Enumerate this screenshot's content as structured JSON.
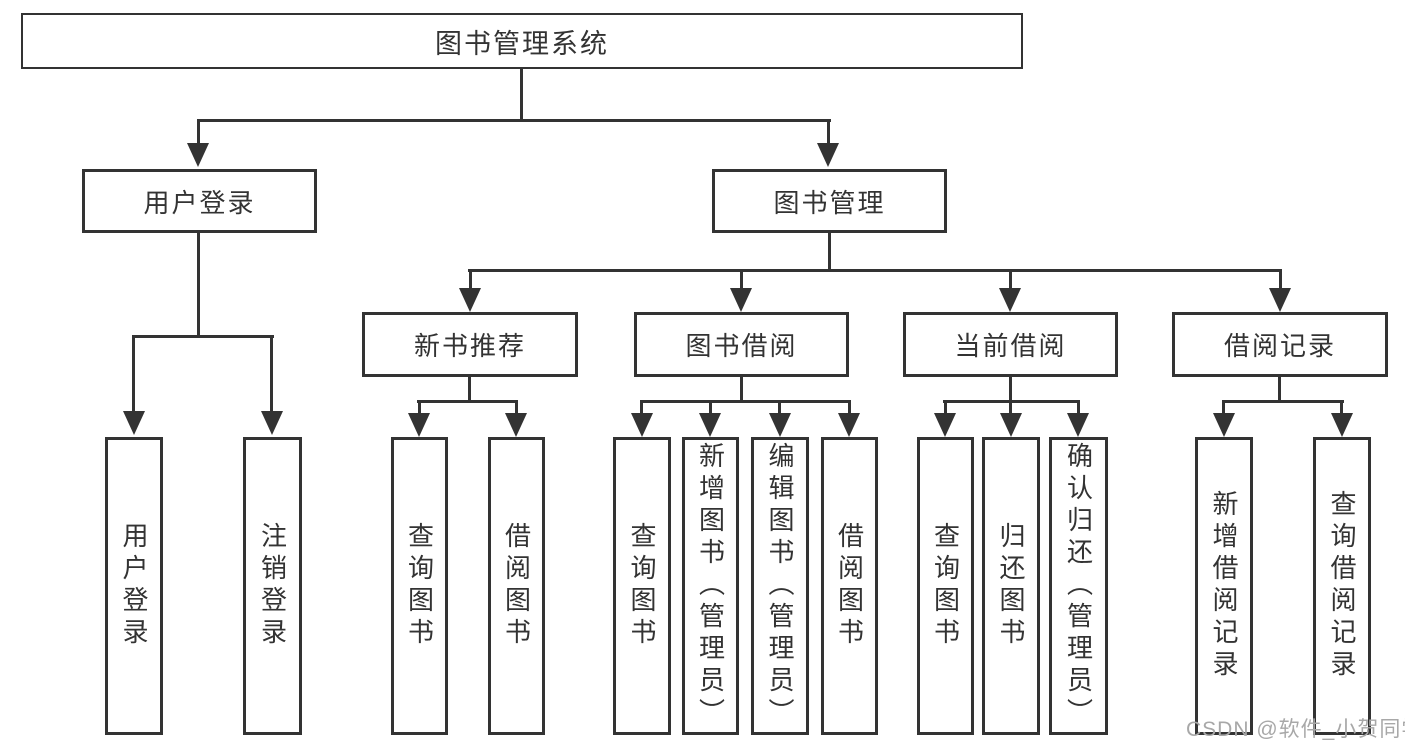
{
  "diagram": {
    "title": "图书管理系统",
    "level2": [
      {
        "label": "用户登录"
      },
      {
        "label": "图书管理"
      }
    ],
    "level3": [
      {
        "label": "新书推荐"
      },
      {
        "label": "图书借阅"
      },
      {
        "label": "当前借阅"
      },
      {
        "label": "借阅记录"
      }
    ],
    "leaves": [
      {
        "label": "用户登录"
      },
      {
        "label": "注销登录"
      },
      {
        "label": "查询图书"
      },
      {
        "label": "借阅图书"
      },
      {
        "label": "查询图书"
      },
      {
        "label": "新增图书（管理员）"
      },
      {
        "label": "编辑图书（管理员）"
      },
      {
        "label": "借阅图书"
      },
      {
        "label": "查询图书"
      },
      {
        "label": "归还图书"
      },
      {
        "label": "确认归还（管理员）"
      },
      {
        "label": "新增借阅记录"
      },
      {
        "label": "查询借阅记录"
      }
    ],
    "colors": {
      "line": "#333333",
      "text": "#333333",
      "background": "#ffffff",
      "watermark": "#a8a8a8"
    }
  },
  "watermark": {
    "text": "CSDN @软件_小贺同学"
  }
}
